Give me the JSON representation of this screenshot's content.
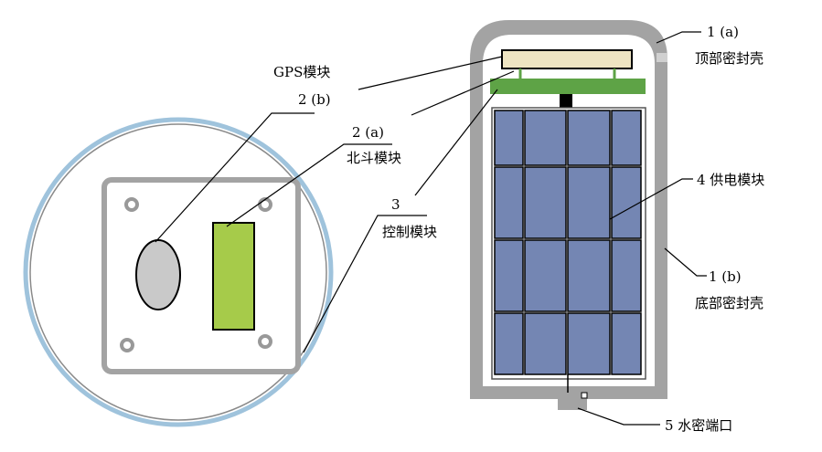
{
  "labels": {
    "gps_module": "GPS模块",
    "gps_ref": "2 (b)",
    "beidou_ref": "2 (a)",
    "beidou_module": "北斗模块",
    "control_ref": "3",
    "control_module": "控制模块",
    "top_shell_ref": "1 (a)",
    "top_shell": "顶部密封壳",
    "power_module": "4 供电模块",
    "bottom_shell_ref": "1 (b)",
    "bottom_shell": "底部密封壳",
    "water_port": "5 水密端口"
  },
  "colors": {
    "shell_gray": "#a3a3a3",
    "gps_board": "#eee4c2",
    "control_board": "#5ea346",
    "power_cells": "#7486b3",
    "beidou_board": "#a6cb4a",
    "gps_antenna": "#c9c9c9",
    "outer_ring": "#9fc3dc"
  }
}
